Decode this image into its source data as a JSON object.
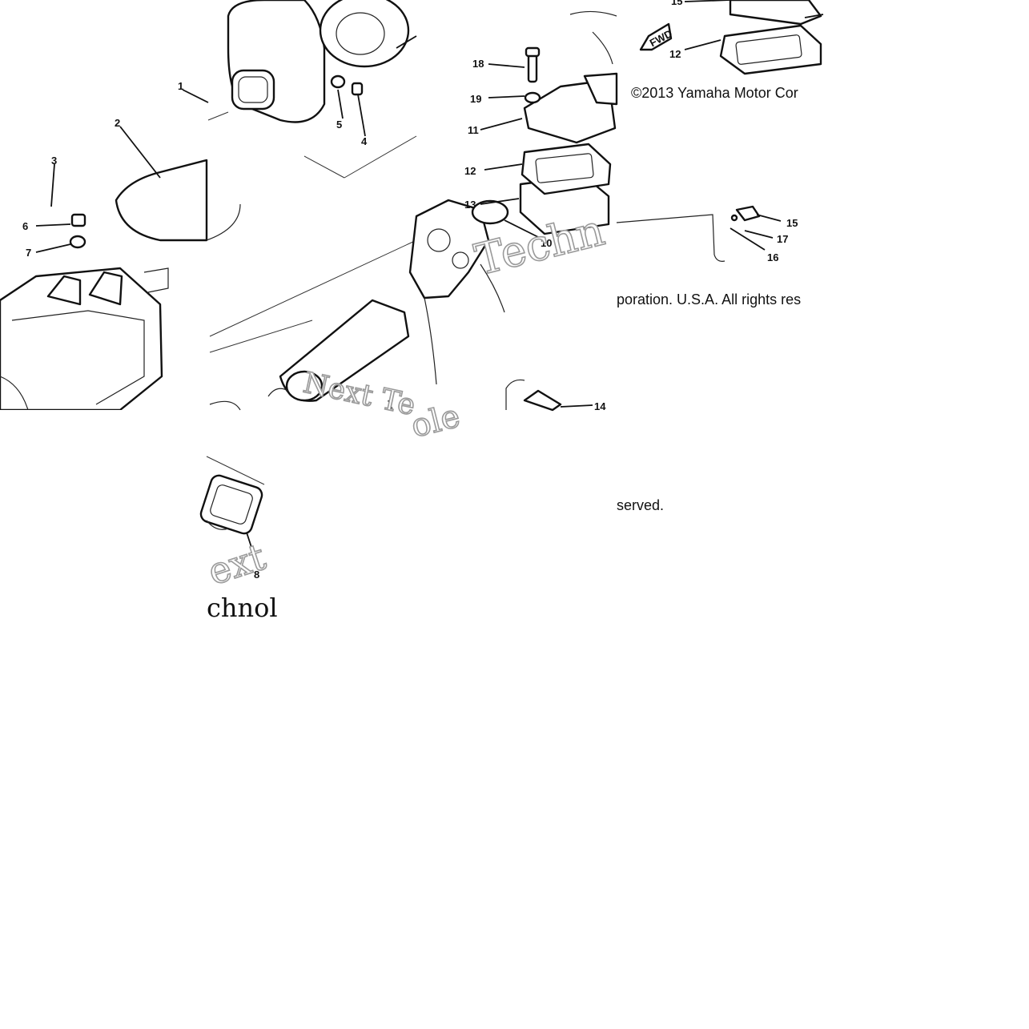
{
  "copyright_lines": [
    "©2013 Yamaha Motor Cor",
    "poration. U.S.A. All rights res",
    "served."
  ],
  "watermarks": [
    "Techn",
    "Next Te",
    "ole",
    "ext",
    "chnol"
  ],
  "part_labels": [
    "1",
    "2",
    "3",
    "4",
    "5",
    "6",
    "7",
    "8",
    "10",
    "11",
    "12",
    "12",
    "13",
    "14",
    "15",
    "15",
    "16",
    "17",
    "18",
    "19"
  ],
  "fwd_marker": "FWD"
}
